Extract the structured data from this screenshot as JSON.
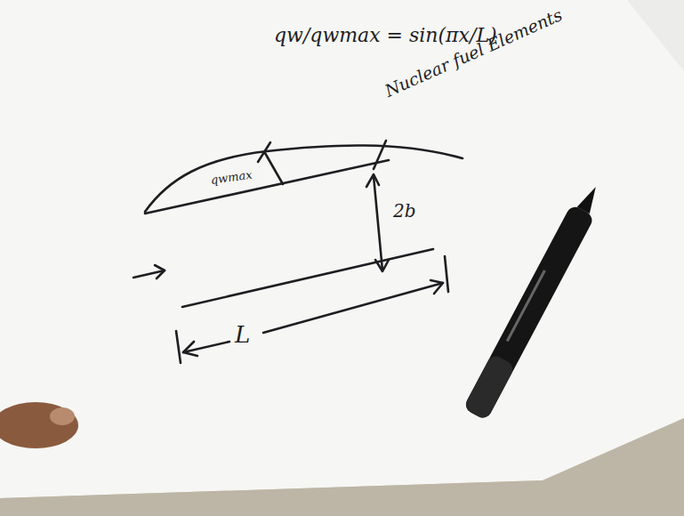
{
  "diagram": {
    "labels": [
      "qw/qwmax = sin(πx/L)",
      "qwmax",
      "Nuclear fuel Elements",
      "2b",
      "L"
    ]
  }
}
